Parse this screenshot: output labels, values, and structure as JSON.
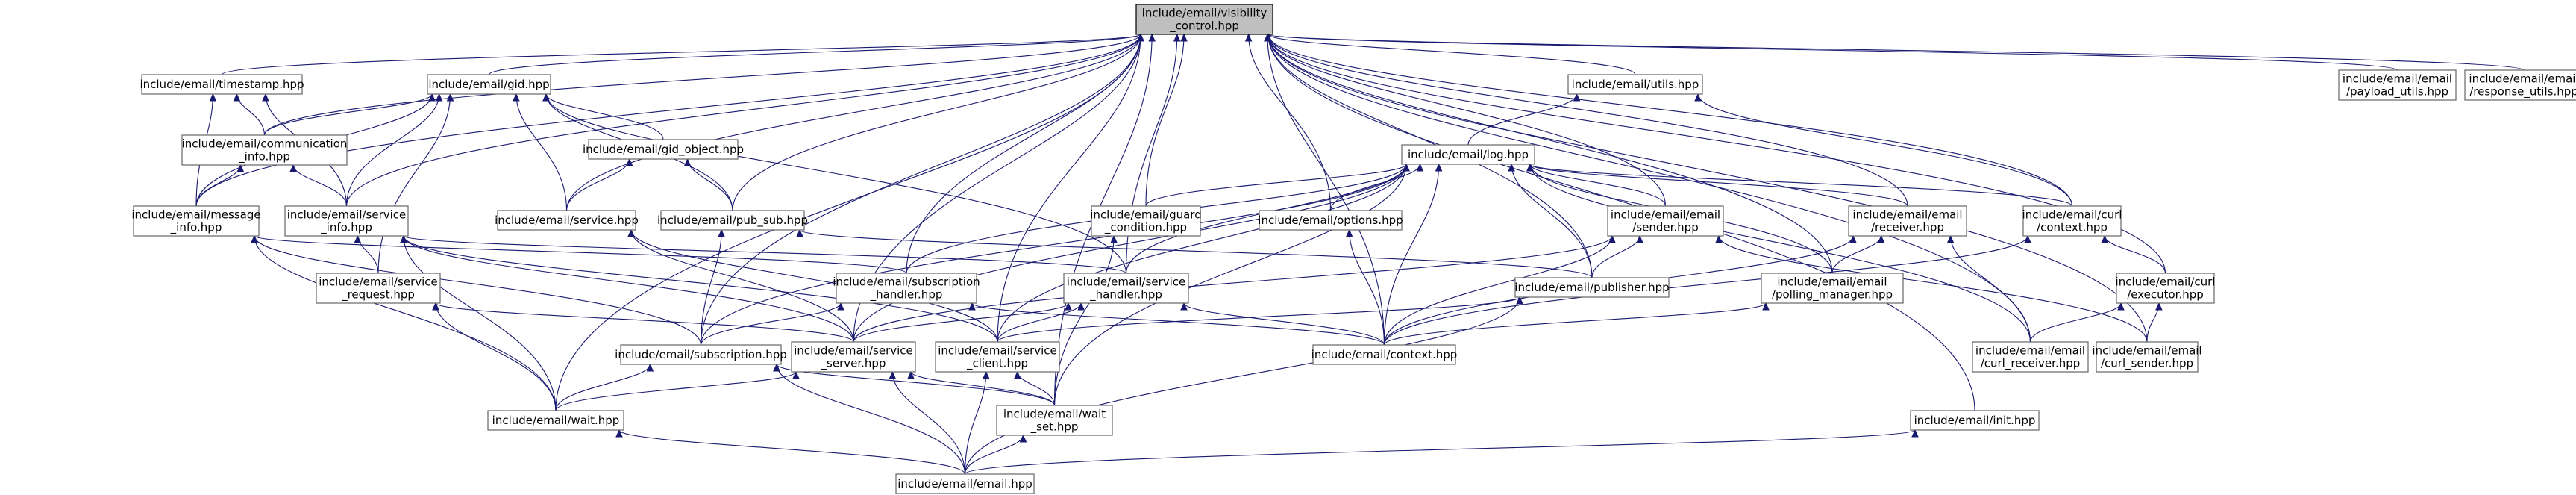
{
  "graph": {
    "type": "include-dependency-graph",
    "edge_color": "#191970",
    "root_fill": "#bfbfbf",
    "node_fill": "#ffffff",
    "node_border": "#666666",
    "nodes": [
      {
        "id": "visibility",
        "lines": [
          "include/email/visibility",
          "_control.hpp"
        ],
        "root": true
      },
      {
        "id": "timestamp",
        "lines": [
          "include/email/timestamp.hpp"
        ]
      },
      {
        "id": "gid",
        "lines": [
          "include/email/gid.hpp"
        ]
      },
      {
        "id": "utils",
        "lines": [
          "include/email/utils.hpp"
        ]
      },
      {
        "id": "payload_utils",
        "lines": [
          "include/email/email",
          "/payload_utils.hpp"
        ]
      },
      {
        "id": "response_utils",
        "lines": [
          "include/email/email",
          "/response_utils.hpp"
        ]
      },
      {
        "id": "communication_info",
        "lines": [
          "include/email/communication",
          "_info.hpp"
        ]
      },
      {
        "id": "gid_object",
        "lines": [
          "include/email/gid_object.hpp"
        ]
      },
      {
        "id": "log",
        "lines": [
          "include/email/log.hpp"
        ]
      },
      {
        "id": "message_info",
        "lines": [
          "include/email/message",
          "_info.hpp"
        ]
      },
      {
        "id": "service_info",
        "lines": [
          "include/email/service",
          "_info.hpp"
        ]
      },
      {
        "id": "service",
        "lines": [
          "include/email/service.hpp"
        ]
      },
      {
        "id": "pub_sub",
        "lines": [
          "include/email/pub_sub.hpp"
        ]
      },
      {
        "id": "guard_condition",
        "lines": [
          "include/email/guard",
          "_condition.hpp"
        ]
      },
      {
        "id": "options",
        "lines": [
          "include/email/options.hpp"
        ]
      },
      {
        "id": "email_sender",
        "lines": [
          "include/email/email",
          "/sender.hpp"
        ]
      },
      {
        "id": "email_receiver",
        "lines": [
          "include/email/email",
          "/receiver.hpp"
        ]
      },
      {
        "id": "curl_context",
        "lines": [
          "include/email/curl",
          "/context.hpp"
        ]
      },
      {
        "id": "service_request",
        "lines": [
          "include/email/service",
          "_request.hpp"
        ]
      },
      {
        "id": "subscription_handler",
        "lines": [
          "include/email/subscription",
          "_handler.hpp"
        ]
      },
      {
        "id": "service_handler",
        "lines": [
          "include/email/service",
          "_handler.hpp"
        ]
      },
      {
        "id": "publisher",
        "lines": [
          "include/email/publisher.hpp"
        ]
      },
      {
        "id": "polling_manager",
        "lines": [
          "include/email/email",
          "/polling_manager.hpp"
        ]
      },
      {
        "id": "curl_executor",
        "lines": [
          "include/email/curl",
          "/executor.hpp"
        ]
      },
      {
        "id": "subscription",
        "lines": [
          "include/email/subscription.hpp"
        ]
      },
      {
        "id": "service_server",
        "lines": [
          "include/email/service",
          "_server.hpp"
        ]
      },
      {
        "id": "service_client",
        "lines": [
          "include/email/service",
          "_client.hpp"
        ]
      },
      {
        "id": "context",
        "lines": [
          "include/email/context.hpp"
        ]
      },
      {
        "id": "curl_receiver",
        "lines": [
          "include/email/email",
          "/curl_receiver.hpp"
        ]
      },
      {
        "id": "curl_sender",
        "lines": [
          "include/email/email",
          "/curl_sender.hpp"
        ]
      },
      {
        "id": "wait",
        "lines": [
          "include/email/wait.hpp"
        ]
      },
      {
        "id": "wait_set",
        "lines": [
          "include/email/wait",
          "_set.hpp"
        ]
      },
      {
        "id": "init",
        "lines": [
          "include/email/init.hpp"
        ]
      },
      {
        "id": "email",
        "lines": [
          "include/email/email.hpp"
        ]
      }
    ],
    "edges": [
      [
        "timestamp",
        "visibility"
      ],
      [
        "gid",
        "visibility"
      ],
      [
        "utils",
        "visibility"
      ],
      [
        "payload_utils",
        "visibility"
      ],
      [
        "response_utils",
        "visibility"
      ],
      [
        "communication_info",
        "visibility"
      ],
      [
        "message_info",
        "visibility"
      ],
      [
        "service_info",
        "visibility"
      ],
      [
        "service",
        "visibility"
      ],
      [
        "pub_sub",
        "visibility"
      ],
      [
        "guard_condition",
        "visibility"
      ],
      [
        "options",
        "visibility"
      ],
      [
        "email_sender",
        "visibility"
      ],
      [
        "email_receiver",
        "visibility"
      ],
      [
        "curl_context",
        "visibility"
      ],
      [
        "curl_executor",
        "visibility"
      ],
      [
        "subscription_handler",
        "visibility"
      ],
      [
        "service_handler",
        "visibility"
      ],
      [
        "publisher",
        "visibility"
      ],
      [
        "polling_manager",
        "visibility"
      ],
      [
        "subscription",
        "visibility"
      ],
      [
        "service_server",
        "visibility"
      ],
      [
        "service_client",
        "visibility"
      ],
      [
        "context",
        "visibility"
      ],
      [
        "curl_receiver",
        "visibility"
      ],
      [
        "curl_sender",
        "visibility"
      ],
      [
        "wait",
        "visibility"
      ],
      [
        "wait_set",
        "visibility"
      ],
      [
        "init",
        "visibility"
      ],
      [
        "communication_info",
        "timestamp"
      ],
      [
        "message_info",
        "timestamp"
      ],
      [
        "service_info",
        "timestamp"
      ],
      [
        "communication_info",
        "gid"
      ],
      [
        "message_info",
        "gid"
      ],
      [
        "service_info",
        "gid"
      ],
      [
        "gid_object",
        "gid"
      ],
      [
        "service",
        "gid"
      ],
      [
        "pub_sub",
        "gid"
      ],
      [
        "service_request",
        "gid"
      ],
      [
        "service_handler",
        "gid"
      ],
      [
        "message_info",
        "communication_info"
      ],
      [
        "service_info",
        "communication_info"
      ],
      [
        "service",
        "gid_object"
      ],
      [
        "pub_sub",
        "gid_object"
      ],
      [
        "log",
        "utils"
      ],
      [
        "curl_context",
        "utils"
      ],
      [
        "guard_condition",
        "log"
      ],
      [
        "options",
        "log"
      ],
      [
        "email_sender",
        "log"
      ],
      [
        "email_receiver",
        "log"
      ],
      [
        "curl_context",
        "log"
      ],
      [
        "subscription_handler",
        "log"
      ],
      [
        "service_handler",
        "log"
      ],
      [
        "publisher",
        "log"
      ],
      [
        "polling_manager",
        "log"
      ],
      [
        "subscription",
        "log"
      ],
      [
        "service_server",
        "log"
      ],
      [
        "service_client",
        "log"
      ],
      [
        "context",
        "log"
      ],
      [
        "curl_receiver",
        "log"
      ],
      [
        "wait_set",
        "log"
      ],
      [
        "service_request",
        "service_info"
      ],
      [
        "service_handler",
        "service_info"
      ],
      [
        "service_server",
        "service_info"
      ],
      [
        "service_client",
        "service_info"
      ],
      [
        "wait",
        "service_info"
      ],
      [
        "subscription_handler",
        "message_info"
      ],
      [
        "subscription",
        "message_info"
      ],
      [
        "wait",
        "message_info"
      ],
      [
        "service_server",
        "service"
      ],
      [
        "service_client",
        "service"
      ],
      [
        "subscription",
        "pub_sub"
      ],
      [
        "publisher",
        "pub_sub"
      ],
      [
        "wait_set",
        "guard_condition"
      ],
      [
        "context",
        "options"
      ],
      [
        "publisher",
        "email_sender"
      ],
      [
        "context",
        "email_sender"
      ],
      [
        "curl_sender",
        "email_sender"
      ],
      [
        "service_server",
        "email_sender"
      ],
      [
        "polling_manager",
        "email_receiver"
      ],
      [
        "context",
        "email_receiver"
      ],
      [
        "curl_receiver",
        "email_receiver"
      ],
      [
        "curl_executor",
        "curl_context"
      ],
      [
        "context",
        "curl_context"
      ],
      [
        "curl_receiver",
        "curl_executor"
      ],
      [
        "curl_sender",
        "curl_executor"
      ],
      [
        "subscription",
        "subscription_handler"
      ],
      [
        "context",
        "subscription_handler"
      ],
      [
        "service_server",
        "service_handler"
      ],
      [
        "service_client",
        "service_handler"
      ],
      [
        "context",
        "service_handler"
      ],
      [
        "service_client",
        "publisher"
      ],
      [
        "email",
        "publisher"
      ],
      [
        "context",
        "polling_manager"
      ],
      [
        "service_server",
        "service_request"
      ],
      [
        "wait",
        "service_request"
      ],
      [
        "wait",
        "subscription"
      ],
      [
        "wait_set",
        "subscription"
      ],
      [
        "email",
        "subscription"
      ],
      [
        "wait",
        "service_server"
      ],
      [
        "wait_set",
        "service_server"
      ],
      [
        "email",
        "service_server"
      ],
      [
        "wait_set",
        "service_client"
      ],
      [
        "email",
        "service_client"
      ],
      [
        "email",
        "wait"
      ],
      [
        "email",
        "wait_set"
      ],
      [
        "email",
        "init"
      ]
    ]
  }
}
